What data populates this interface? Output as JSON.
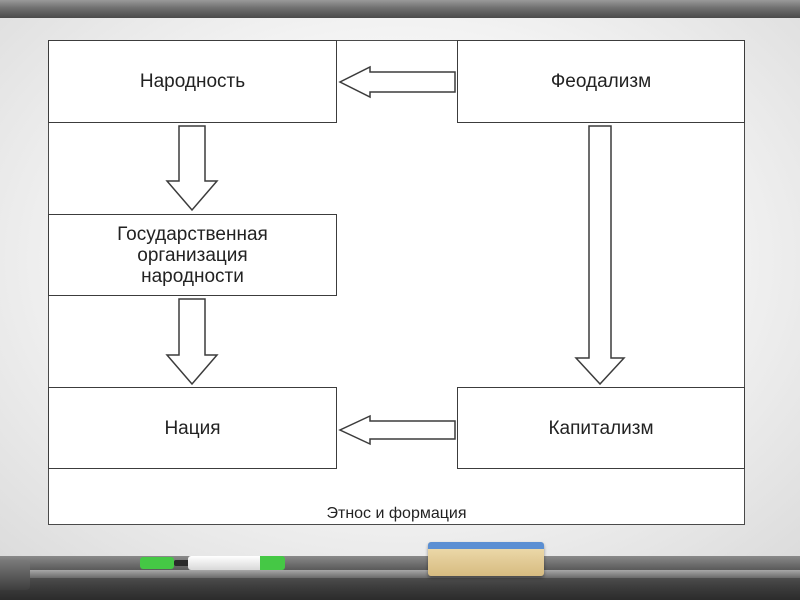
{
  "diagram": {
    "nodes": {
      "narodnost": "Народность",
      "feodalizm": "Феодализм",
      "gos_org": "Государственная\nорганизация\nнародности",
      "natsiya": "Нация",
      "kapitalizm": "Капитализм"
    },
    "edges": [
      {
        "from": "feodalizm",
        "to": "narodnost"
      },
      {
        "from": "narodnost",
        "to": "gos_org"
      },
      {
        "from": "gos_org",
        "to": "natsiya"
      },
      {
        "from": "feodalizm",
        "to": "kapitalizm"
      },
      {
        "from": "kapitalizm",
        "to": "natsiya"
      }
    ],
    "caption": "Этнос и формация"
  }
}
